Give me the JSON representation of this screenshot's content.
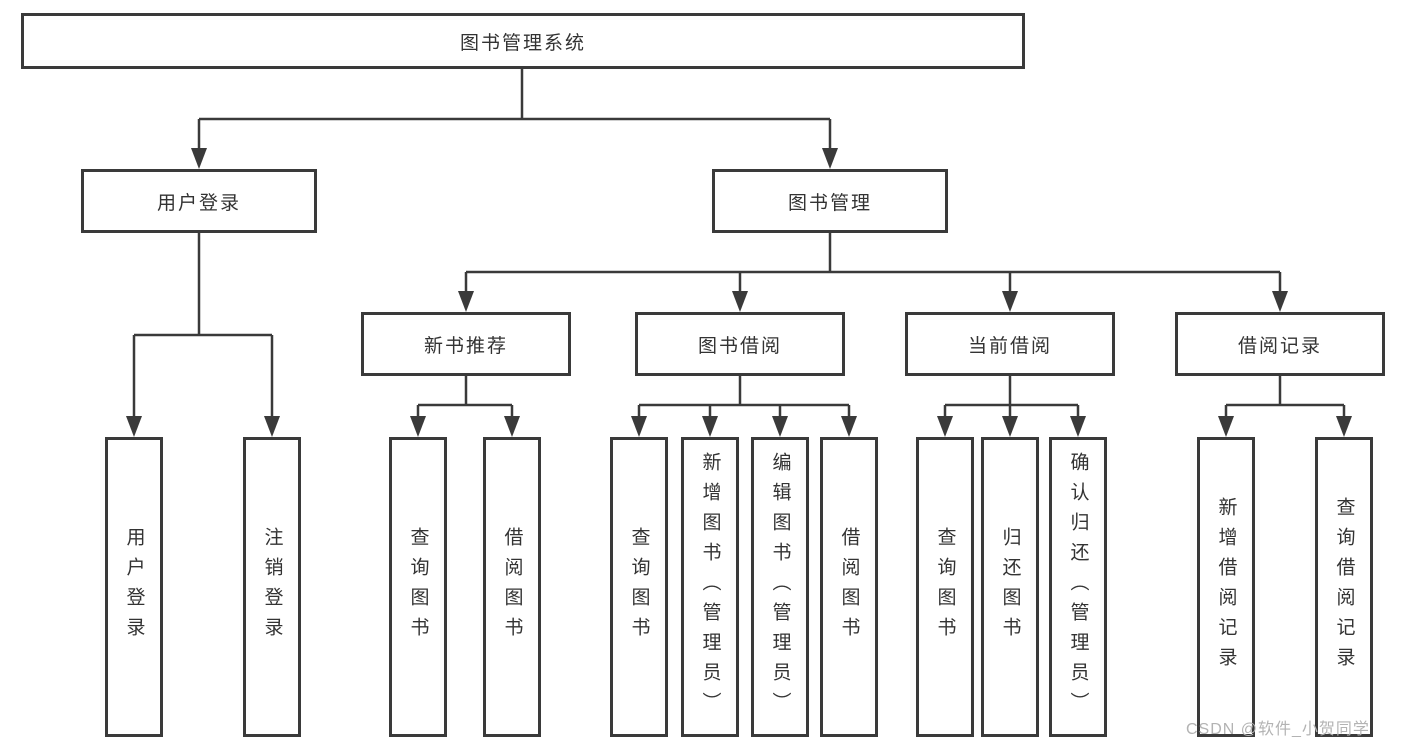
{
  "diagram": {
    "title_node": {
      "label": "图书管理系统"
    },
    "level2": [
      {
        "label": "用户登录"
      },
      {
        "label": "图书管理"
      }
    ],
    "level3": [
      {
        "label": "新书推荐"
      },
      {
        "label": "图书借阅"
      },
      {
        "label": "当前借阅"
      },
      {
        "label": "借阅记录"
      }
    ],
    "leaves": {
      "login": [
        "用户登录",
        "注销登录"
      ],
      "new_book": [
        "查询图书",
        "借阅图书"
      ],
      "book_borrow": [
        "查询图书",
        "新增图书（管理员）",
        "编辑图书（管理员）",
        "借阅图书"
      ],
      "current_borrow": [
        "查询图书",
        "归还图书",
        "确认归还（管理员）"
      ],
      "borrow_records": [
        "新增借阅记录",
        "查询借阅记录"
      ]
    },
    "line_color": "#3a3a3a",
    "box_background": "#ffffff",
    "text_color": "#333333"
  },
  "watermark": {
    "text": "CSDN @软件_小贺同学",
    "color": "#b3b3b3"
  }
}
